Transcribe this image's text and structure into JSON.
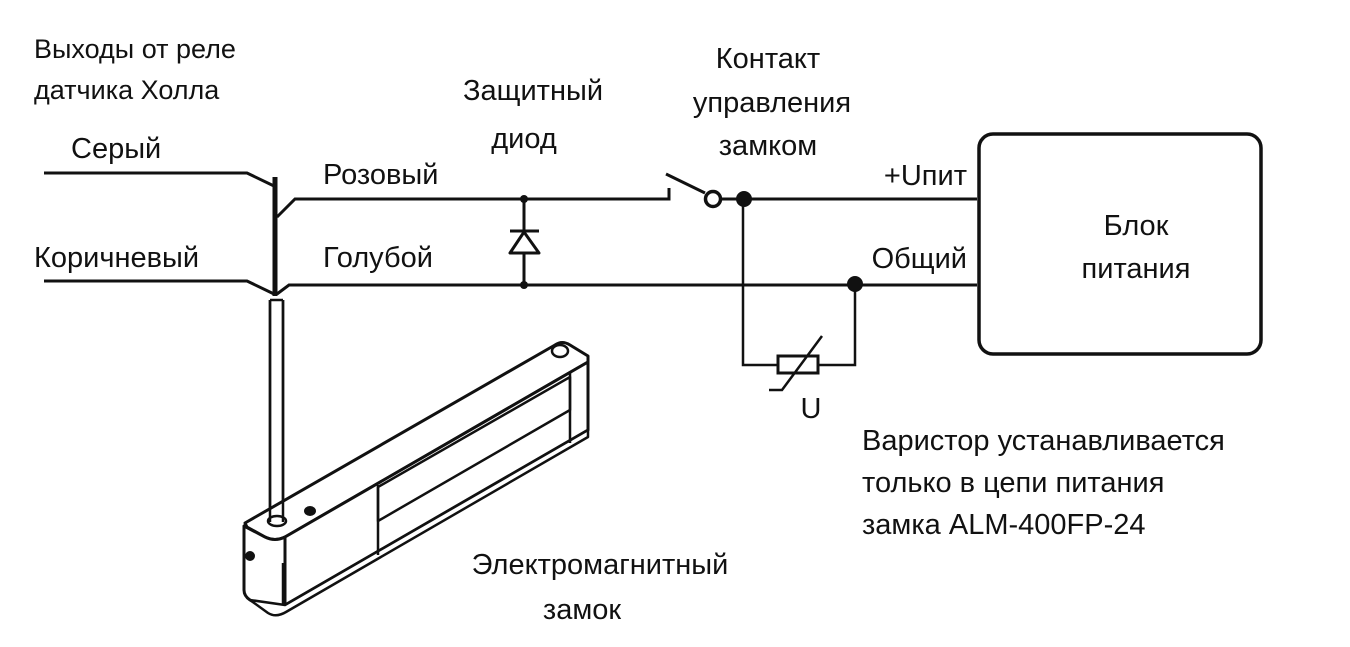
{
  "title": "Схема подключения электромагнитного замка",
  "colors": {
    "line": "#111111",
    "background": "#ffffff"
  },
  "labels": {
    "hall_outputs": [
      "Выходы от реле",
      "датчика Холла"
    ],
    "gray_wire": "Серый",
    "brown_wire": "Коричневый",
    "pink_wire": "Розовый",
    "blue_wire": "Голубой",
    "protective_diode": [
      "Защитный",
      "диод"
    ],
    "lock_control_contact": [
      "Контакт",
      "управления",
      "замком"
    ],
    "supply_plus": "+Uпит",
    "common": "Общий",
    "power_supply": [
      "Блок",
      "питания"
    ],
    "varistor_symbol": "U",
    "varistor_note": [
      "Варистор устанавливается",
      "только в цепи питания",
      "замка ALM-400FP-24"
    ],
    "electromagnetic_lock": [
      "Электромагнитный",
      "замок"
    ]
  },
  "components": [
    {
      "id": "hall-sensor-relay",
      "type": "relay-outputs",
      "wires": [
        "Серый",
        "Коричневый"
      ]
    },
    {
      "id": "protective-diode",
      "type": "diode"
    },
    {
      "id": "lock-control-contact",
      "type": "switch-contact"
    },
    {
      "id": "varistor",
      "type": "varistor",
      "symbol": "U"
    },
    {
      "id": "power-supply",
      "type": "block",
      "terminals": [
        "+Uпит",
        "Общий"
      ]
    },
    {
      "id": "electromagnetic-lock",
      "type": "lock",
      "wires": [
        "Розовый",
        "Голубой"
      ]
    }
  ]
}
